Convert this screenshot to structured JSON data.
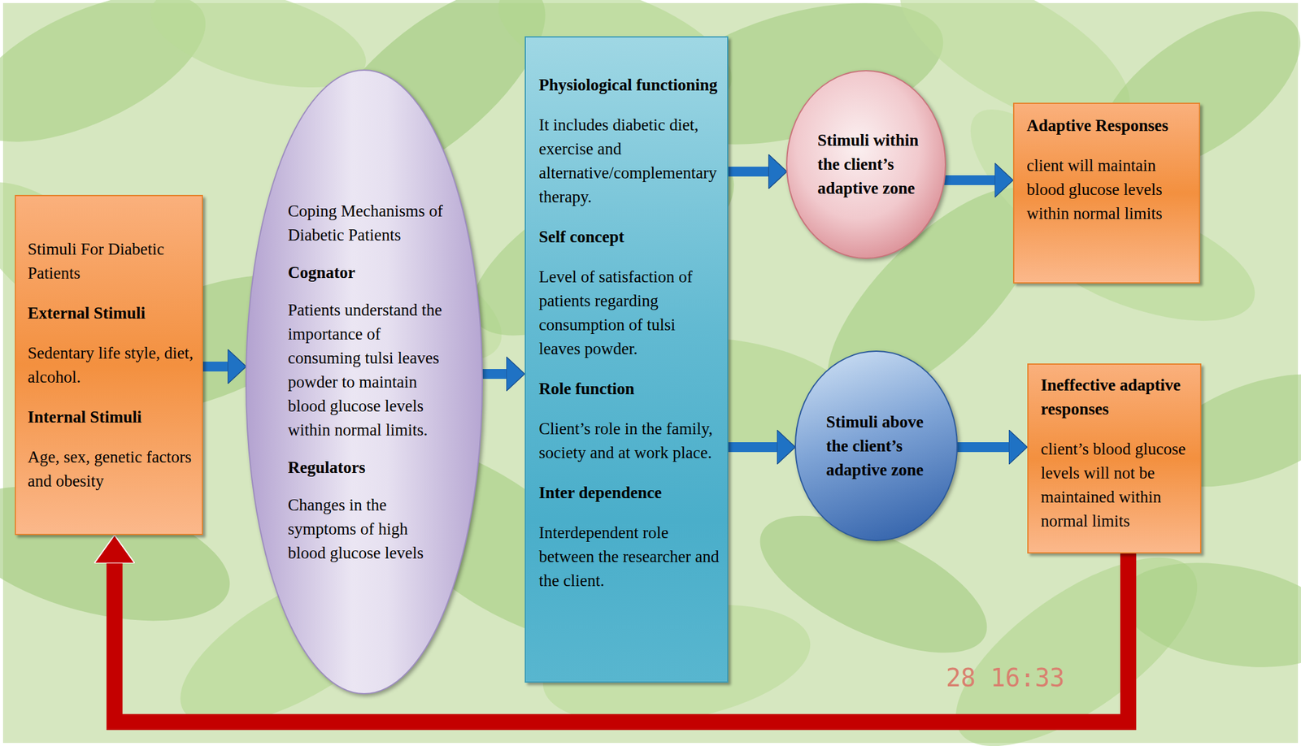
{
  "diagram": {
    "nodes": [
      {
        "text": [
          "Stimuli For Diabetic Patients",
          "External Stimuli",
          "Sedentary life style, diet, alcohol.",
          "Internal Stimuli",
          "Age, sex, genetic factors and obesity"
        ]
      },
      {
        "text": [
          "Coping Mechanisms of Diabetic Patients",
          "Cognator",
          "Patients understand the importance of consuming tulsi leaves powder to maintain blood glucose levels within normal limits.",
          "Regulators",
          "Changes in the symptoms of high blood glucose levels"
        ]
      },
      {
        "text": [
          "Physiological functioning",
          "It includes diabetic diet, exercise and alternative/complementary therapy.",
          "Self concept",
          "Level of satisfaction of patients regarding consumption of tulsi leaves powder.",
          "Role function",
          "Client’s role in the family, society and at work place.",
          "Inter dependence",
          "Interdependent role between the researcher and the client."
        ]
      },
      {
        "text": [
          "Stimuli within the client’s adaptive zone"
        ]
      },
      {
        "text": [
          "Stimuli above the client’s adaptive zone"
        ]
      },
      {
        "text": [
          "Adaptive Responses",
          "client will maintain blood glucose levels within normal limits"
        ]
      },
      {
        "text": [
          "Ineffective adaptive responses",
          "client’s blood glucose levels will not be maintained within normal limits"
        ]
      }
    ],
    "edges": [
      {
        "from": 0,
        "to": 1,
        "arrow": "to"
      },
      {
        "from": 1,
        "to": 2,
        "arrow": "to"
      },
      {
        "from": 2,
        "to": 3,
        "arrow": "to"
      },
      {
        "from": 2,
        "to": 4,
        "arrow": "to"
      },
      {
        "from": 3,
        "to": 5,
        "arrow": "to"
      },
      {
        "from": 4,
        "to": 6,
        "arrow": "to"
      },
      {
        "from": 6,
        "to": 0,
        "arrow": "to"
      }
    ],
    "labels": [
      "28 16:33"
    ]
  }
}
